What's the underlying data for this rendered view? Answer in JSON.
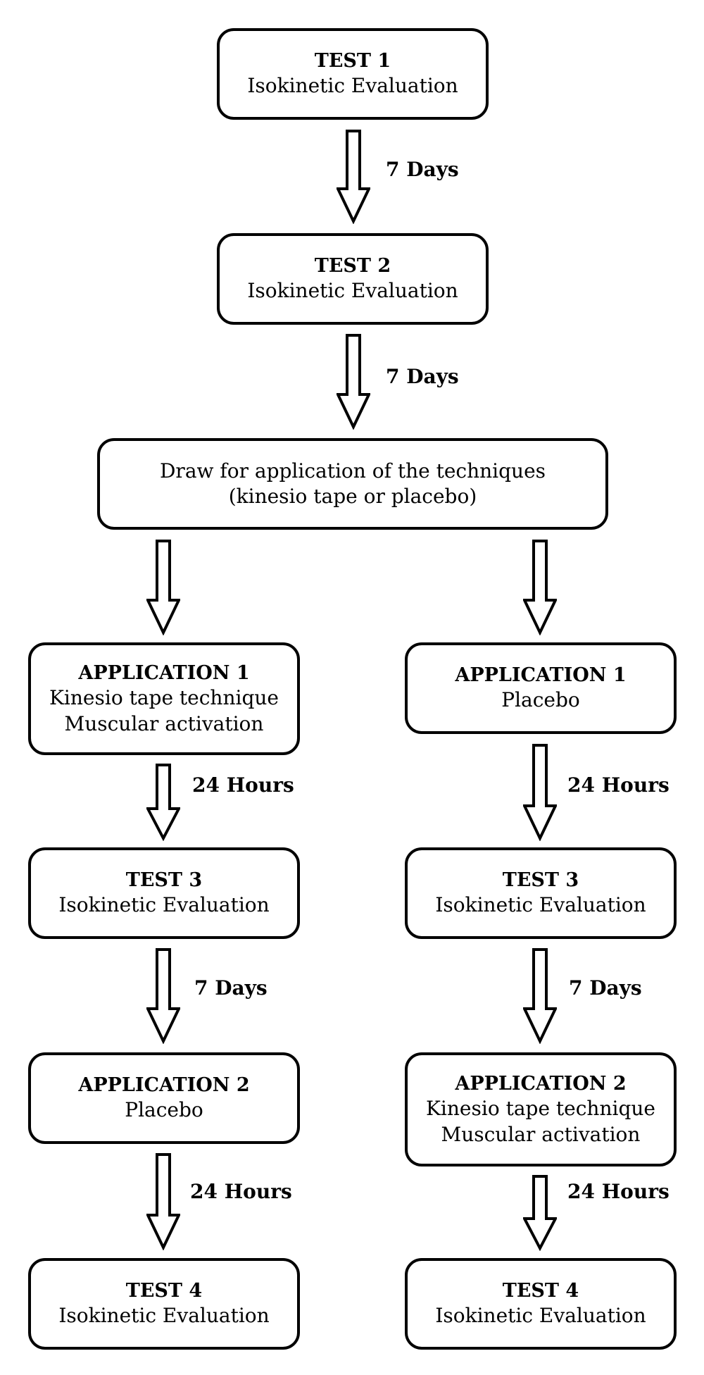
{
  "nodes": {
    "test1": {
      "title": "TEST 1",
      "lines": [
        "Isokinetic Evaluation"
      ]
    },
    "test2": {
      "title": "TEST 2",
      "lines": [
        "Isokinetic Evaluation"
      ]
    },
    "draw": {
      "title": "",
      "lines": [
        "Draw for application of the techniques",
        "(kinesio tape or placebo)"
      ]
    },
    "left_app1": {
      "title": "APPLICATION 1",
      "lines": [
        "Kinesio tape technique",
        "Muscular activation"
      ]
    },
    "left_test3": {
      "title": "TEST 3",
      "lines": [
        "Isokinetic Evaluation"
      ]
    },
    "left_app2": {
      "title": "APPLICATION 2",
      "lines": [
        "Placebo"
      ]
    },
    "left_test4": {
      "title": "TEST 4",
      "lines": [
        "Isokinetic Evaluation"
      ]
    },
    "right_app1": {
      "title": "APPLICATION 1",
      "lines": [
        "Placebo"
      ]
    },
    "right_test3": {
      "title": "TEST 3",
      "lines": [
        "Isokinetic Evaluation"
      ]
    },
    "right_app2": {
      "title": "APPLICATION 2",
      "lines": [
        "Kinesio tape technique",
        "Muscular activation"
      ]
    },
    "right_test4": {
      "title": "TEST 4",
      "lines": [
        "Isokinetic Evaluation"
      ]
    }
  },
  "edges": {
    "e1": {
      "label": "7 Days"
    },
    "e2": {
      "label": "7 Days"
    },
    "e3_left": {
      "label": ""
    },
    "e3_right": {
      "label": ""
    },
    "e4_left": {
      "label": "24 Hours"
    },
    "e5_left": {
      "label": "7 Days"
    },
    "e6_left": {
      "label": "24 Hours"
    },
    "e4_right": {
      "label": "24 Hours"
    },
    "e5_right": {
      "label": "7 Days"
    },
    "e6_right": {
      "label": "24 Hours"
    }
  }
}
